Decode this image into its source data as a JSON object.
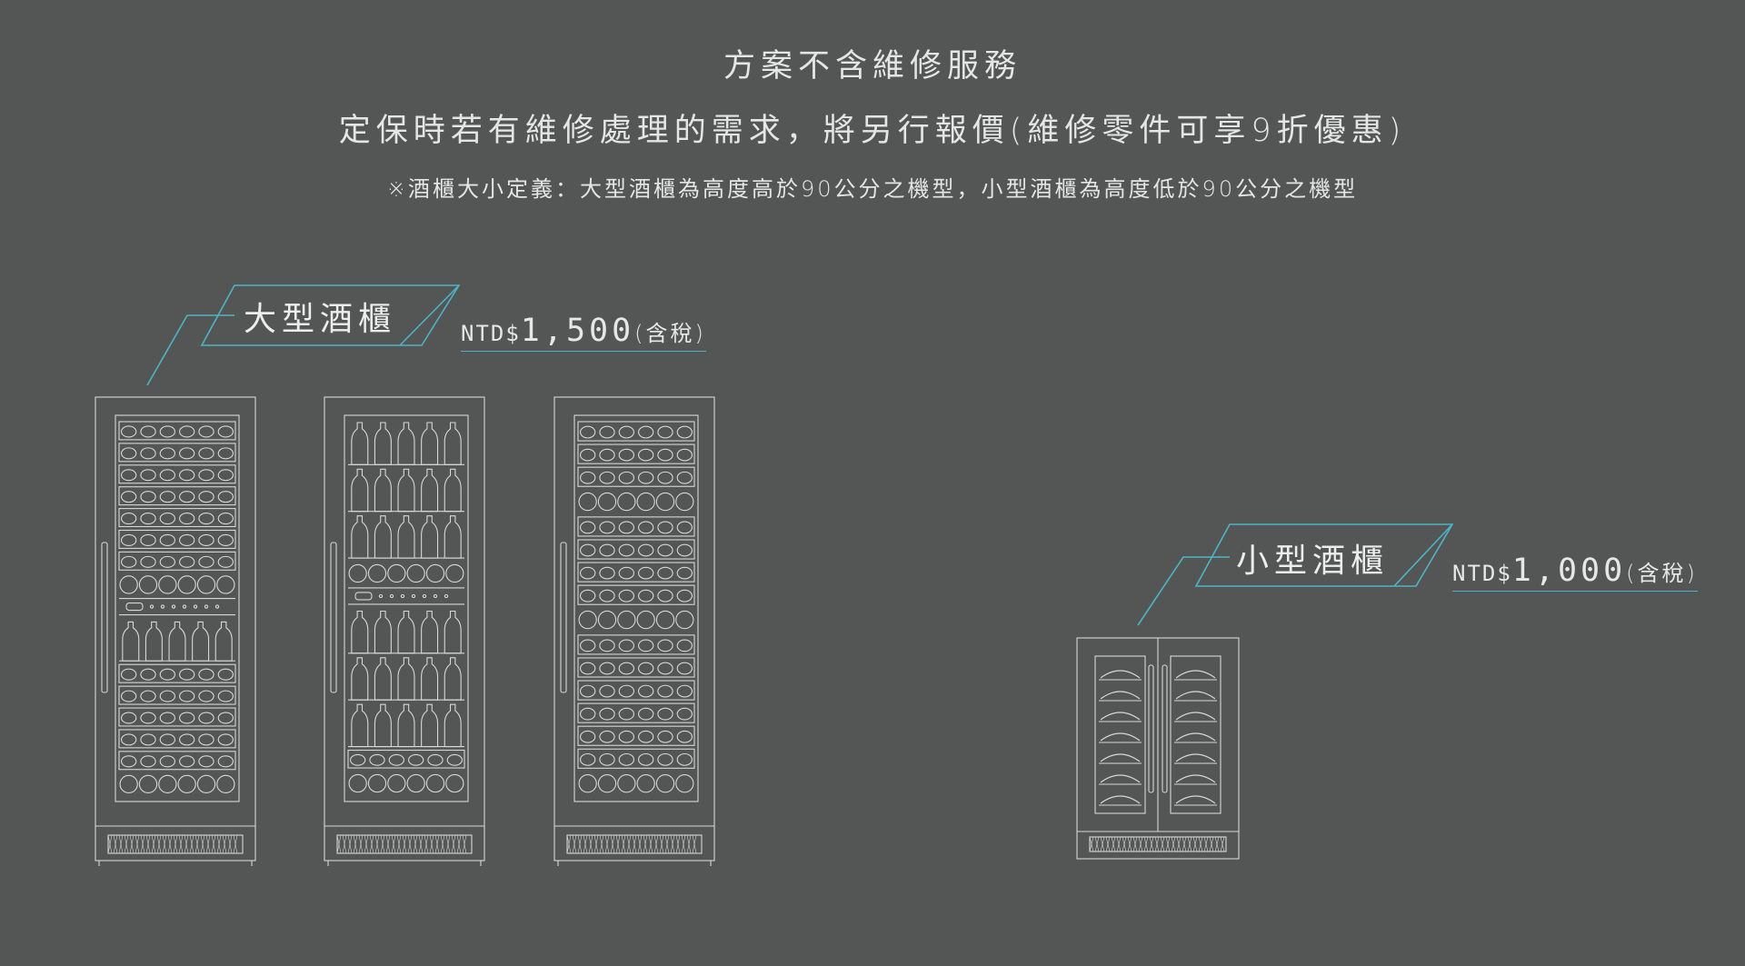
{
  "header": {
    "line1": "方案不含維修服務",
    "line2": "定保時若有維修處理的需求，將另行報價(維修零件可享9折優惠)",
    "line3": "※酒櫃大小定義：大型酒櫃為高度高於90公分之機型，小型酒櫃為高度低於90公分之機型"
  },
  "large": {
    "label": "大型酒櫃",
    "currency": "NTD$",
    "amount": "1,500",
    "tax": "(含稅)"
  },
  "small": {
    "label": "小型酒櫃",
    "currency": "NTD$",
    "amount": "1,000",
    "tax": "(含稅)"
  },
  "colors": {
    "background": "#545655",
    "line_art": "#d6d8d7",
    "accent": "#4fb3c7"
  }
}
